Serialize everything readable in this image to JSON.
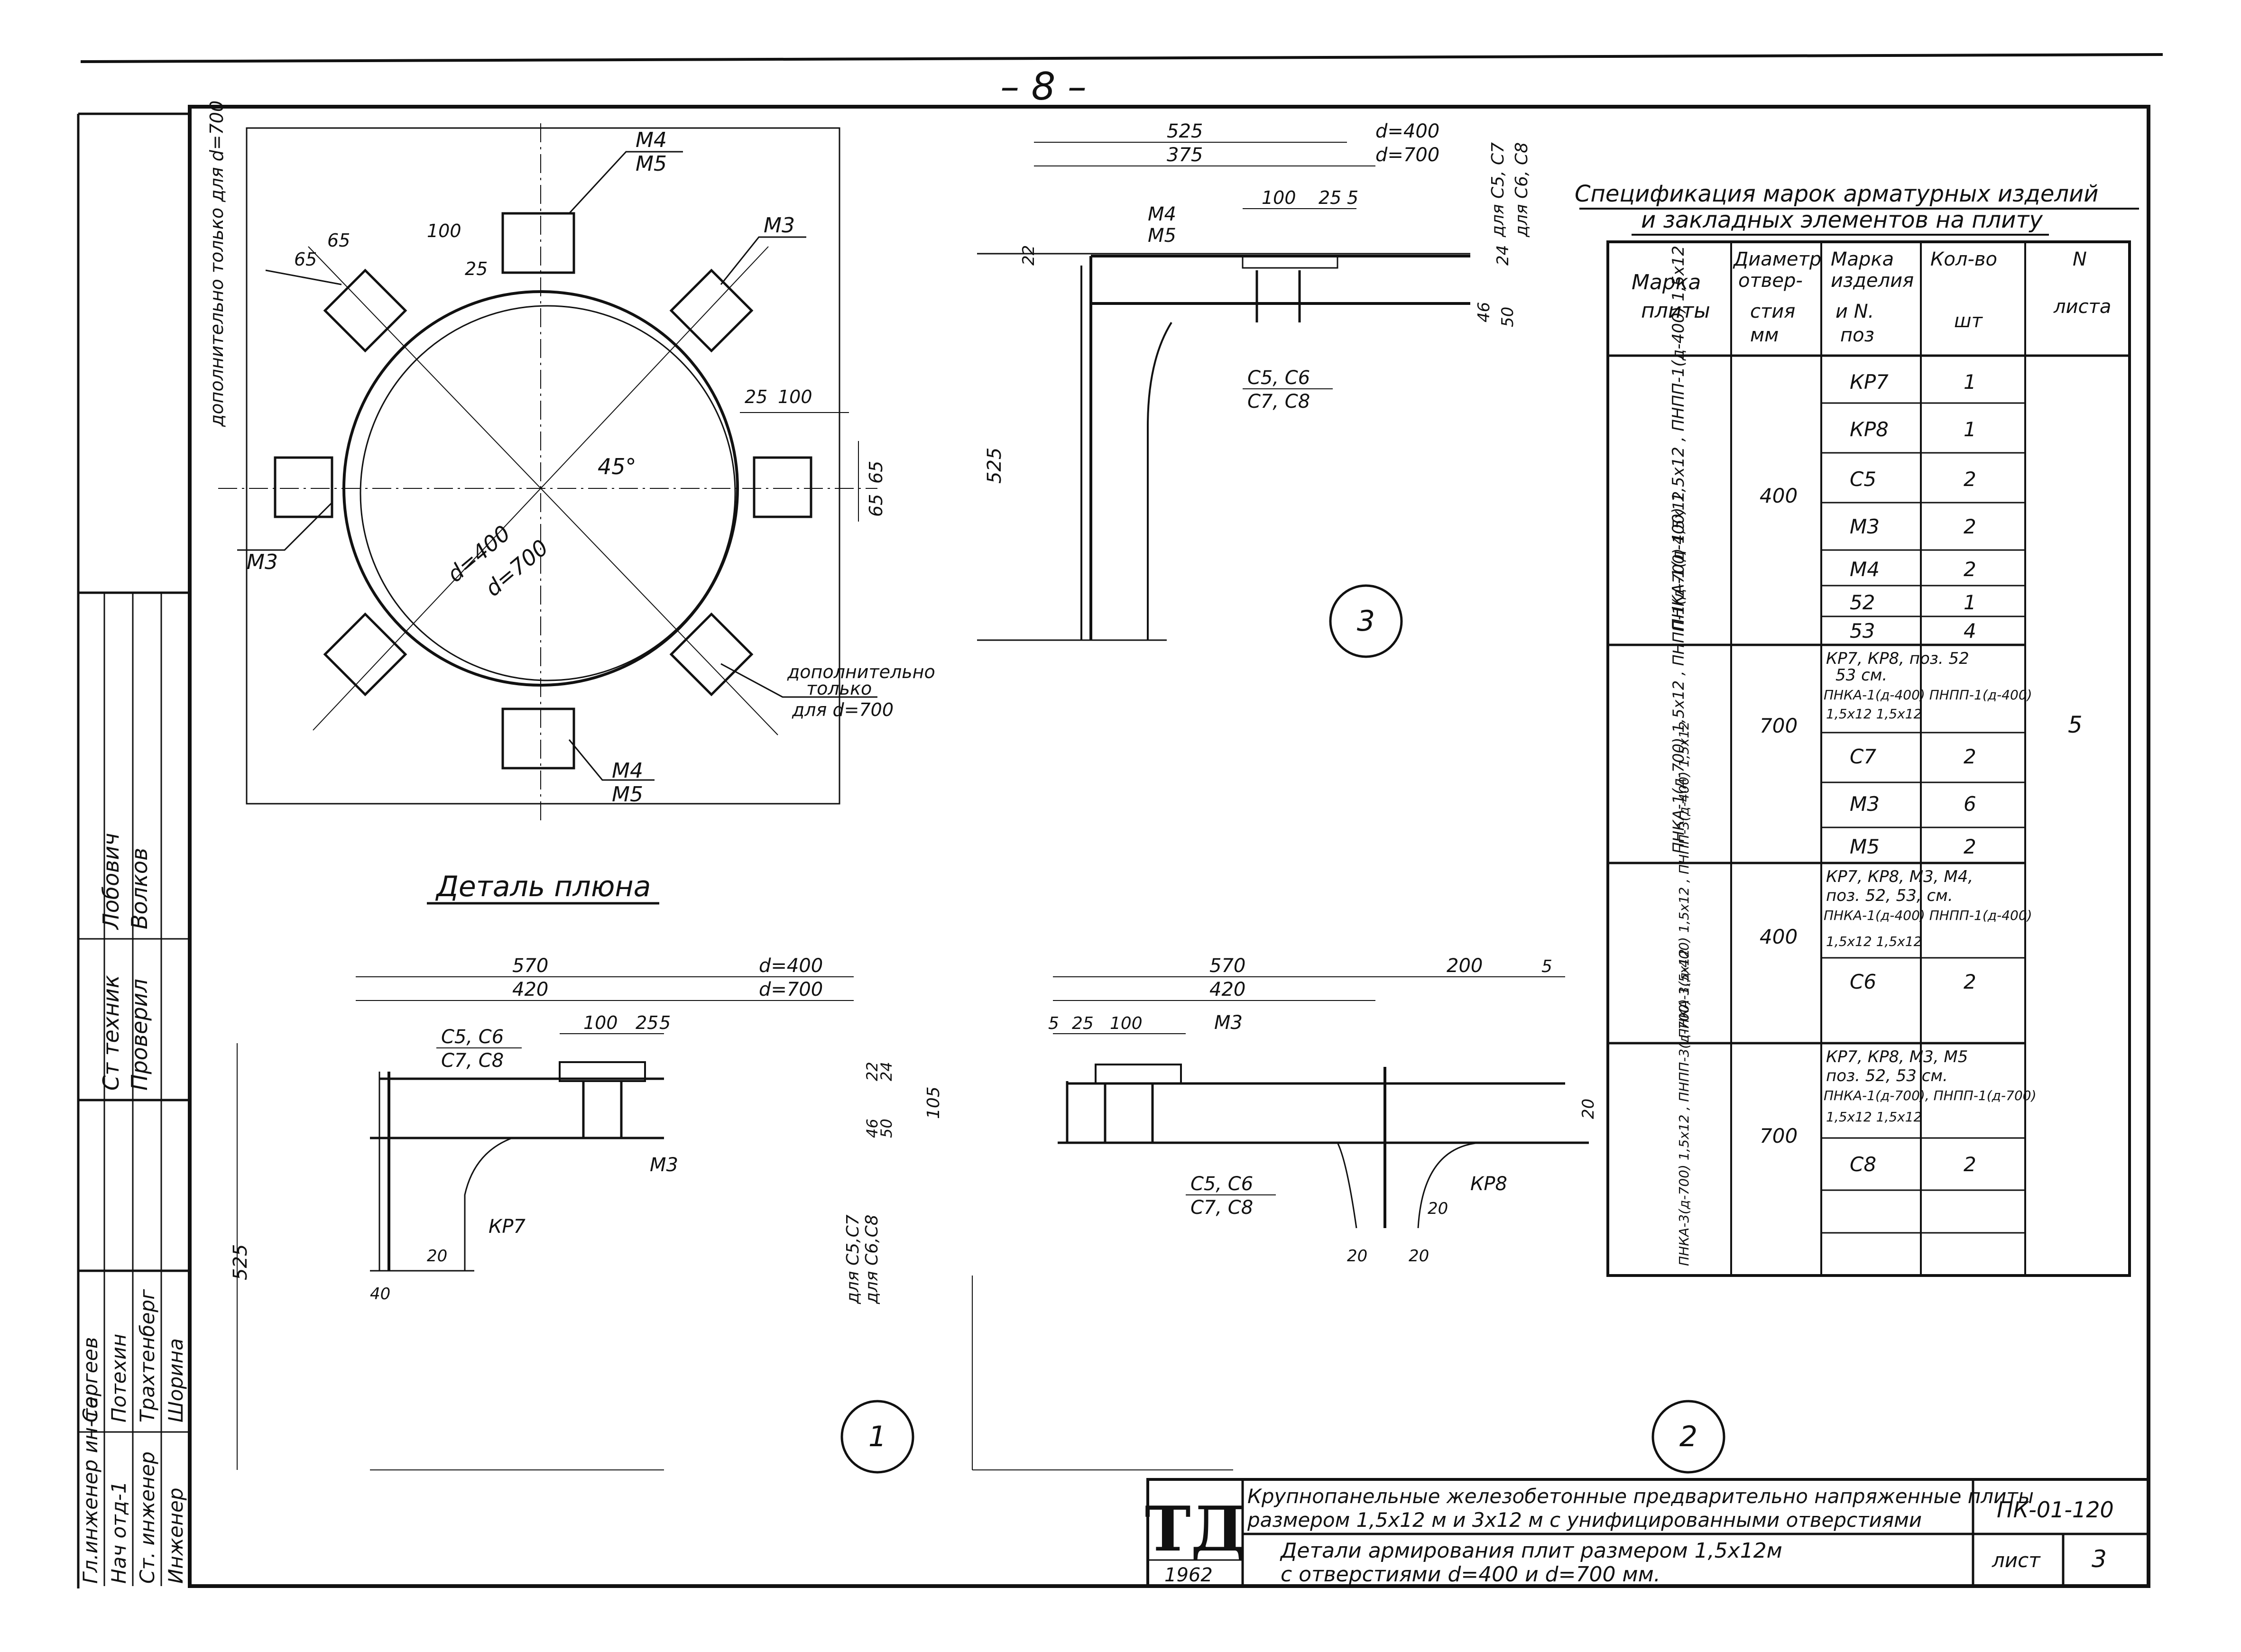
{
  "page_number": "– 8 –",
  "plan_detail": {
    "title": "Деталь плюна",
    "labels": {
      "m4": "М4",
      "m5": "М5",
      "m3a": "М3",
      "m3b": "М3",
      "m4b": "М4",
      "m5b": "М5",
      "d400": "d=400",
      "d700": "d=700",
      "angle": "45°",
      "only_700_top": "дополнительно только для d=700",
      "only_700_b1": "дополнительно",
      "only_700_b2": "только",
      "only_700_b3": "для d=700",
      "dim65a": "65",
      "dim65b": "65",
      "dim100": "100",
      "dim25": "25",
      "dim25r": "25",
      "dim100r": "100",
      "dim65r1": "65",
      "dim65r2": "65"
    }
  },
  "section3": {
    "mark": "3",
    "labels": {
      "d1": "525",
      "d2": "375",
      "d3": "d=400",
      "d4": "d=700",
      "d5": "100",
      "d6": "25",
      "d7": "5",
      "m4": "М4",
      "m5": "М5",
      "c5c6": "С5, С6",
      "c7c8": "С7, С8",
      "h525": "525",
      "v1": "22",
      "v2": "24",
      "v3": "46",
      "v4": "50",
      "note1": "для С5, С7",
      "note2": "для С6, С8"
    }
  },
  "section1": {
    "mark": "1",
    "labels": {
      "d570": "570",
      "d420": "420",
      "d400": "d=400",
      "d700": "d=700",
      "d100": "100",
      "d25": "25",
      "d5": "5",
      "c5c6": "С5, С6",
      "c7c8": "С7, С8",
      "m3": "М3",
      "kp7": "КР7",
      "h525": "525",
      "v22": "22",
      "v24": "24",
      "v46": "46",
      "v50": "50",
      "d40": "40",
      "d20": "20",
      "note1": "для С5,С7",
      "note2": "для С6,С8"
    }
  },
  "section2": {
    "mark": "2",
    "labels": {
      "d570": "570",
      "d420": "420",
      "d200": "200",
      "d5": "5",
      "d5l": "5",
      "d25": "25",
      "d100": "100",
      "m3": "М3",
      "h105": "105",
      "v20": "20",
      "c5c6": "С5, С6",
      "c7c8": "С7, С8",
      "kp8": "КР8",
      "d20a": "20",
      "d20b": "20",
      "d20c": "20"
    }
  },
  "spec": {
    "title1": "Спецификация марок арматурных изделий",
    "title2": "и закладных элементов на плиту",
    "headers": {
      "c1a": "Марка",
      "c1b": "плиты",
      "c2a": "Диаметр",
      "c2b": "отвер-",
      "c2c": "стия",
      "c2d": "мм",
      "c3a": "Марка",
      "c3b": "изделия",
      "c3c": "и N.",
      "c3d": "поз",
      "c4a": "Кол-во",
      "c4b": "шт",
      "c5a": "N",
      "c5b": "листа"
    },
    "sheet": "5",
    "group1": {
      "plate": "ПНКА-1(д-400) 1,5х12 , ПНПП-1(д-400) 1,5х12",
      "diameter": "400",
      "rows": [
        [
          "КР7",
          "1"
        ],
        [
          "КР8",
          "1"
        ],
        [
          "С5",
          "2"
        ],
        [
          "М3",
          "2"
        ],
        [
          "М4",
          "2"
        ],
        [
          "52",
          "1"
        ],
        [
          "53",
          "4"
        ]
      ]
    },
    "group2": {
      "plate": "ПНКА-1(д-700) 1,5х12 , ПНПП-1(д-700) 1,5х12",
      "diameter": "700",
      "note1": "КР7, КР8,   поз. 52",
      "note2": "53   см.",
      "note3": "ПНКА-1(д-400) ПНПП-1(д-400)",
      "note4": "1,5х12           1,5х12",
      "rows": [
        [
          "С7",
          "2"
        ],
        [
          "М3",
          "6"
        ],
        [
          "М5",
          "2"
        ]
      ]
    },
    "group3": {
      "plate": "ПНКА-3(д-400) 1,5х12 , ПНПП-3(д-400) 1,5х12",
      "diameter": "400",
      "note1": "КР7, КР8,   М3, М4,",
      "note2": "поз. 52, 53,   см.",
      "note3": "ПНКА-1(д-400) ПНПП-1(д-400)",
      "note4": "1,5х12           1,5х12",
      "rows": [
        [
          "С6",
          "2"
        ]
      ]
    },
    "group4": {
      "plate": "ПНКА-3(д-700) 1,5х12 , ПНПП-3(д-700) 1,5х12",
      "diameter": "700",
      "note1": "КР7, КР8,   М3, М5",
      "note2": "поз. 52, 53  см.",
      "note3": "ПНКА-1(д-700), ПНПП-1(д-700)",
      "note4": "1,5х12           1,5х12",
      "rows": [
        [
          "С8",
          "2"
        ]
      ]
    }
  },
  "stamp": {
    "logo": "ТД",
    "title1": "Крупнопанельные железобетонные предварительно напряженные плиты",
    "title2": "размером 1,5х12 м и 3х12 м с унифицированными отверстиями",
    "subtitle1": "Детали армирования плит размером 1,5х12м",
    "subtitle2": "с отверстиями  d=400  и  d=700 мм.",
    "year": "1962",
    "code": "ПК-01-120",
    "sheet_label": "лист",
    "sheet_num": "3"
  },
  "signatures": {
    "ct_technik": "Ст техник",
    "proveril": "Проверил",
    "lobovich": "Лобович",
    "volkov": "Волков",
    "gl_ing": "Гл.инженер ин-та",
    "nach_otd": "Нач отд-1",
    "st_ing": "Ст. инженер",
    "ing": "Инженер",
    "sergeev": "Сергеев",
    "potekhin": "Потехин",
    "trakht": "Трахтенберг",
    "shorina": "Шорина"
  }
}
